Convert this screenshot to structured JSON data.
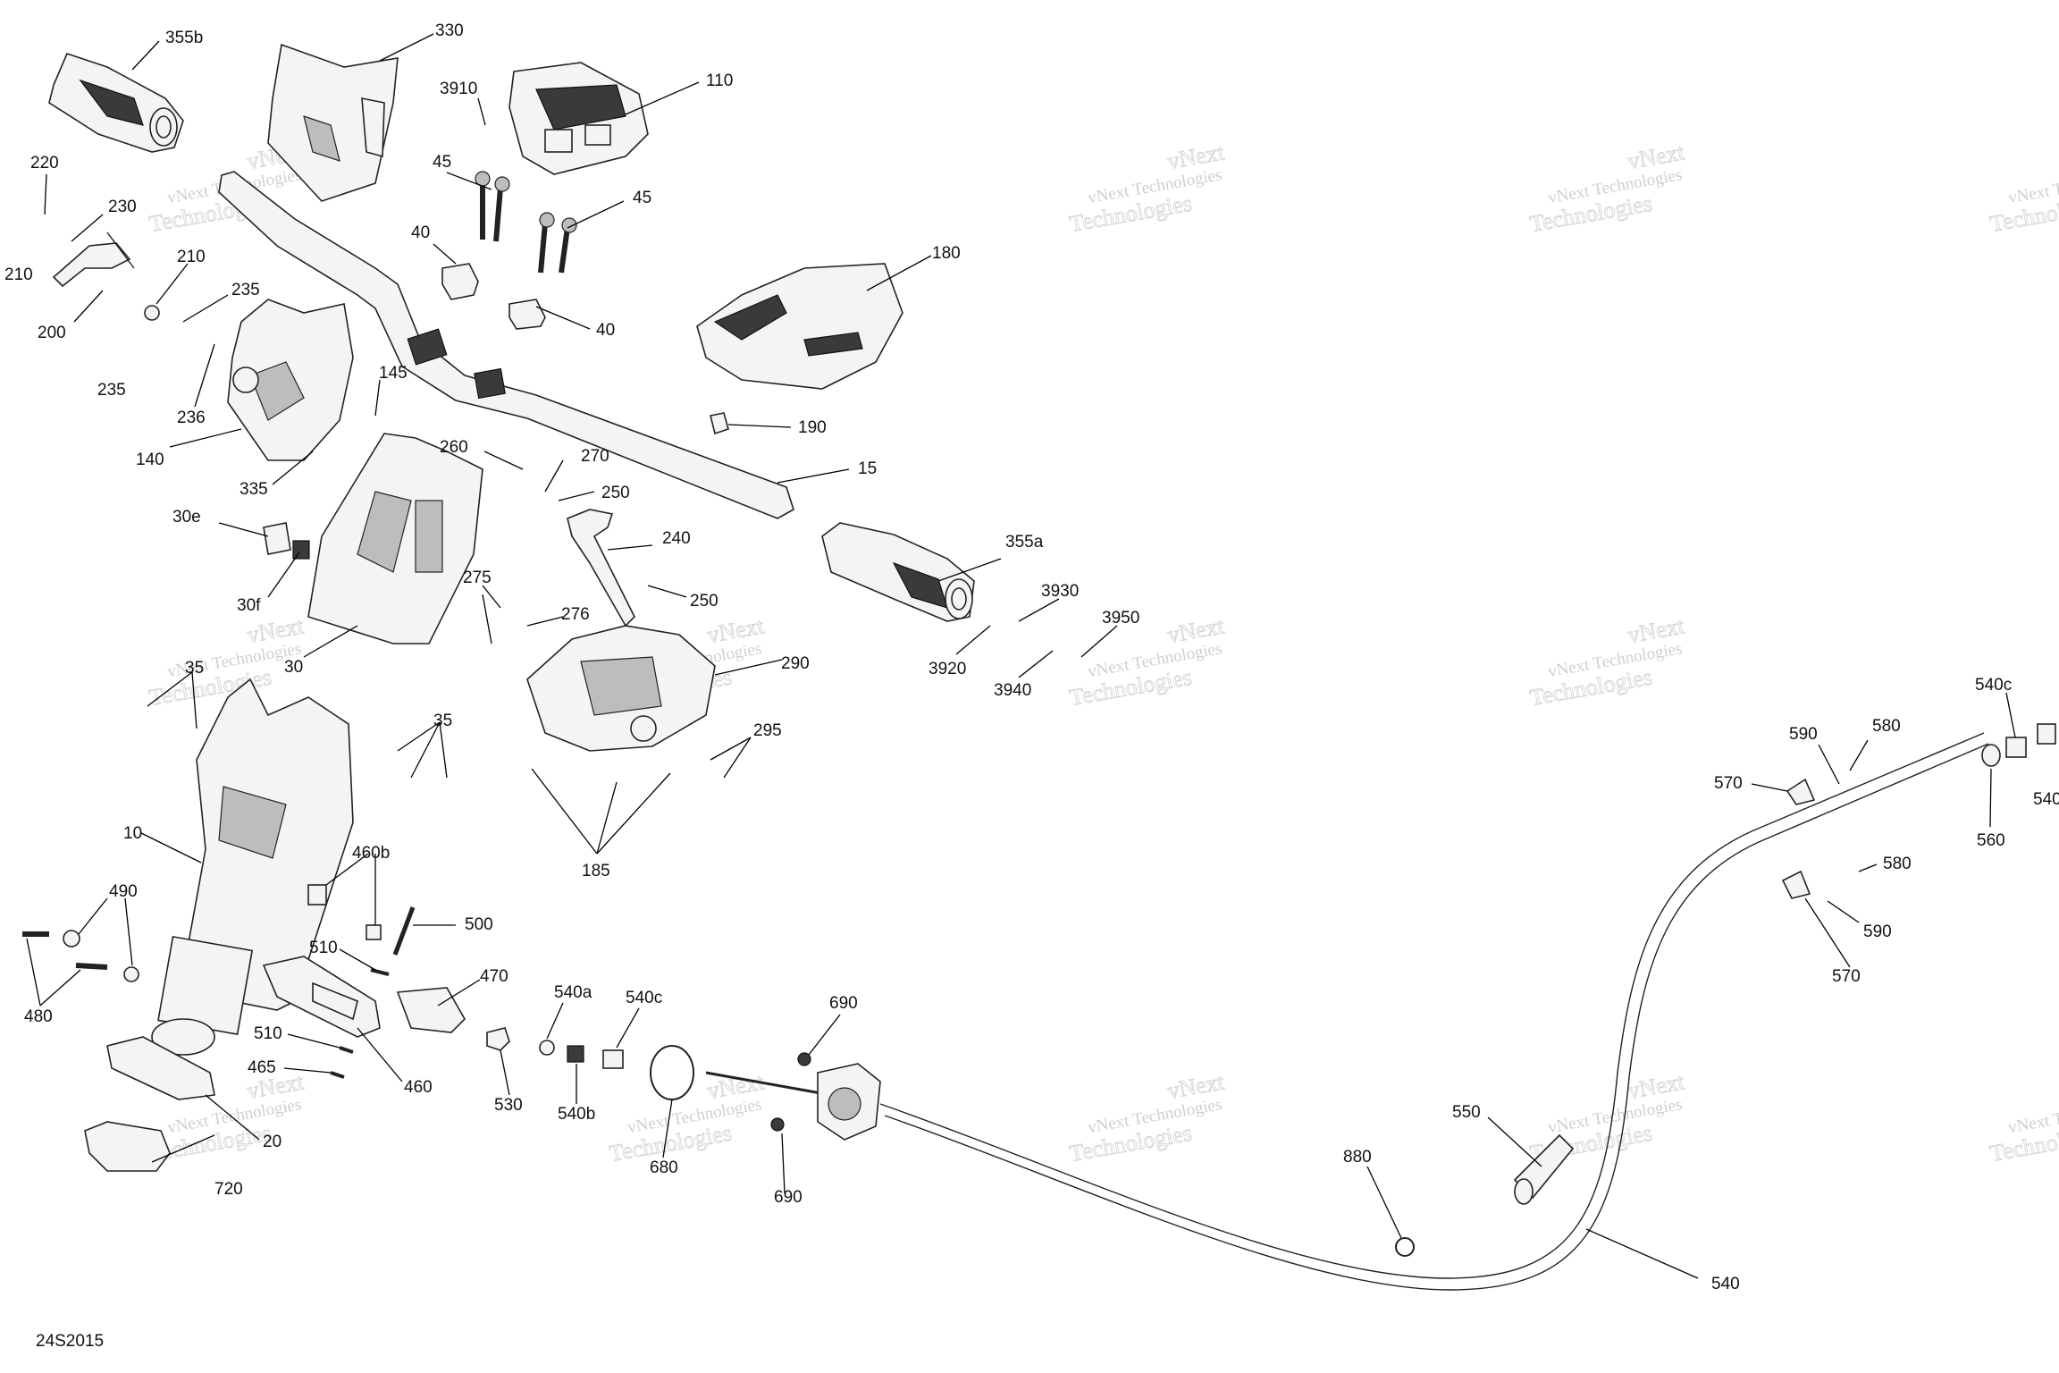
{
  "diagram_code": "24S2015",
  "watermark": {
    "line1": "vNext Technologies",
    "line2": "vNext",
    "line3": "Technologies"
  },
  "callouts": [
    "355b",
    "330",
    "3910",
    "110",
    "220",
    "230",
    "210",
    "210",
    "200",
    "235",
    "235",
    "236",
    "140",
    "145",
    "335",
    "45",
    "45",
    "40",
    "40",
    "180",
    "190",
    "15",
    "260",
    "270",
    "250",
    "240",
    "250",
    "30e",
    "30f",
    "30",
    "275",
    "276",
    "290",
    "355a",
    "3920",
    "3930",
    "3940",
    "3950",
    "35",
    "35",
    "10",
    "295",
    "185",
    "460b",
    "500",
    "490",
    "480",
    "510",
    "510",
    "465",
    "460",
    "470",
    "530",
    "540a",
    "540b",
    "540c",
    "680",
    "690",
    "690",
    "720",
    "20",
    "550",
    "880",
    "540",
    "590",
    "580",
    "570",
    "580",
    "590",
    "570",
    "560",
    "540c",
    "540"
  ]
}
